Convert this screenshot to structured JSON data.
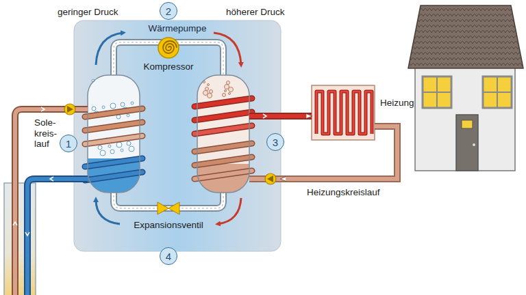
{
  "diagram": {
    "nodes": [
      {
        "text": [
          "Wärmepumpe"
        ]
      },
      {
        "text": [
          "1"
        ]
      },
      {
        "text": [
          "2"
        ]
      },
      {
        "text": [
          "3"
        ]
      },
      {
        "text": [
          "4"
        ]
      },
      {
        "text": [
          "Heizung"
        ]
      }
    ],
    "edges": [
      {
        "from": 0,
        "to": 5,
        "arrow": "to"
      },
      {
        "from": 5,
        "to": 0,
        "label": "Heizungskreislauf",
        "arrow": "to"
      }
    ],
    "labels": [
      "geringer Druck",
      "höherer Druck",
      "Kompressor",
      "Sole- kreis- lauf",
      "Expansionsventil"
    ]
  }
}
